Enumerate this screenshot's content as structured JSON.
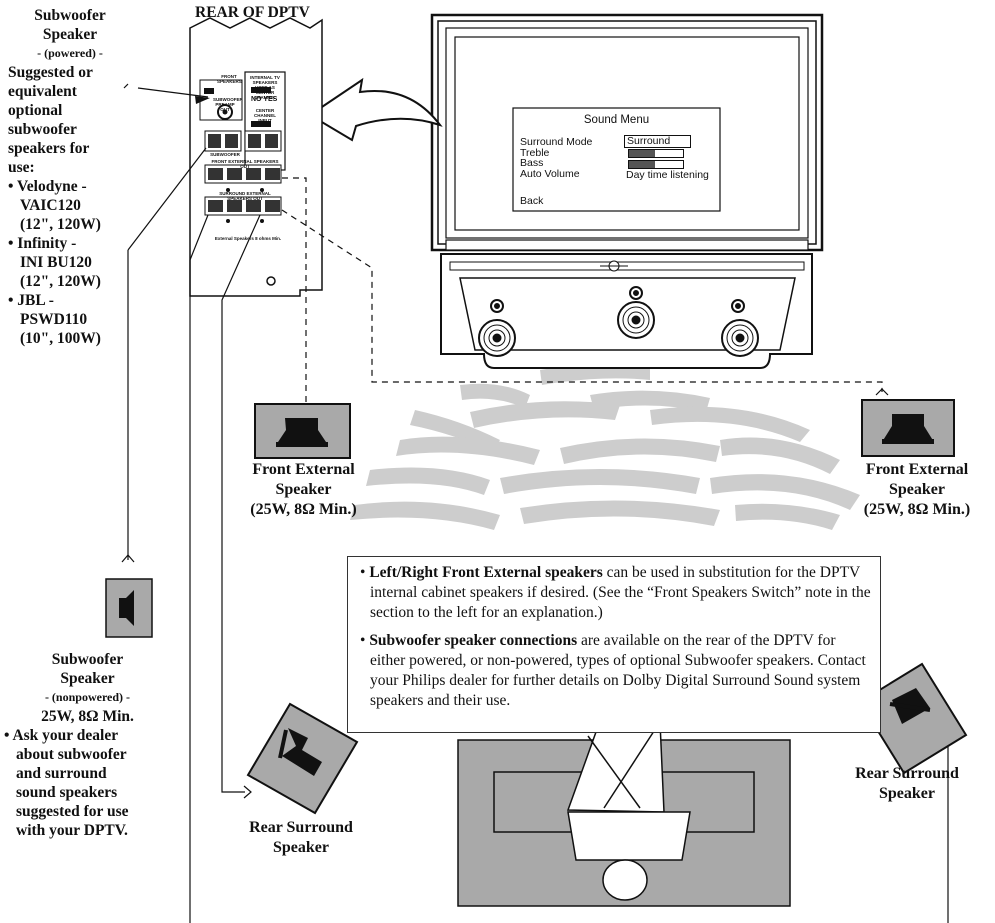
{
  "rear_title": "REAR OF DPTV",
  "powered_sub": {
    "title_line1": "Subwoofer",
    "title_line2": "Speaker",
    "tag": "- (powered) -",
    "intro": [
      "Suggested or",
      "equivalent",
      "optional",
      "subwoofer",
      "speakers for",
      "use:"
    ],
    "items": [
      [
        "• Velodyne -",
        "VAIC120",
        "(12\", 120W)"
      ],
      [
        "• Infinity -",
        "INI BU120",
        "(12\", 120W)"
      ],
      [
        "• JBL -",
        "PSWD110",
        "(10\", 100W)"
      ]
    ]
  },
  "nonpowered_sub": {
    "title_line1": "Subwoofer",
    "title_line2": "Speaker",
    "tag": "- (nonpowered) -",
    "spec": "25W, 8Ω Min.",
    "advice": [
      "• Ask your dealer",
      "about subwoofer",
      "and surround",
      "sound speakers",
      "suggested for use",
      "with your DPTV."
    ]
  },
  "sound_menu": {
    "title": "Sound Menu",
    "rows": [
      {
        "label": "Surround Mode",
        "value": "Surround"
      },
      {
        "label": "Treble",
        "value": ""
      },
      {
        "label": "Bass",
        "value": ""
      },
      {
        "label": "Auto Volume",
        "value": "Day time listening"
      }
    ],
    "back": "Back"
  },
  "panel_labels": {
    "front_speakers": "FRONT SPEAKERS",
    "internal": "INTERNAL TV SPEAKERS USED AS CENTER CHANNEL",
    "no_yes": "NO YES",
    "center_input": "CENTER CHANNEL INPUT",
    "subwoofer_preamp": "SUBWOOFER PREAMP OUT",
    "subwoofer": "SUBWOOFER",
    "front_ext": "FRONT EXTERNAL SPEAKERS OUT",
    "surround_ext": "SURROUND EXTERNAL SPEAKERS OUT",
    "bottom_note": "External Speakers 8 ohms Min."
  },
  "front_left": {
    "line1": "Front External",
    "line2": "Speaker",
    "line3": "(25W, 8Ω Min.)"
  },
  "front_right": {
    "line1": "Front External",
    "line2": "Speaker",
    "line3": "(25W, 8Ω Min.)"
  },
  "rear_left": {
    "line1": "Rear Surround",
    "line2": "Speaker"
  },
  "rear_right": {
    "line1": "Rear Surround",
    "line2": "Speaker"
  },
  "notes": [
    {
      "bold": "Left/Right Front External speakers",
      "text": " can be used in substitution for the DPTV internal cabinet speakers if desired. (See the “Front Speakers Switch” note in the section to the left for an explanation.)"
    },
    {
      "bold": "Subwoofer speaker connections",
      "text": " are available on the rear of the DPTV for either powered, or non-powered, types of optional Subwoofer speakers. Contact your Philips dealer for further details on Dolby Digital Surround Sound system speakers and their use."
    }
  ],
  "colors": {
    "gray": "#a9a9a9",
    "wave": "#cccccc",
    "line": "#111111"
  }
}
